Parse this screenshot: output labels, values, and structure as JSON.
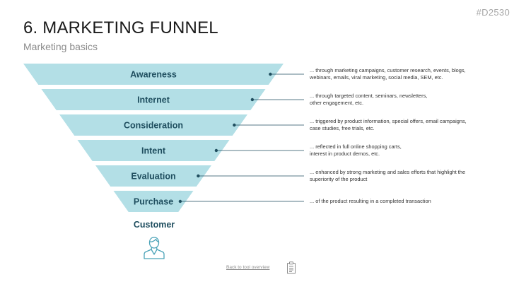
{
  "header": {
    "slide_id": "#D2530",
    "title": "6. MARKETING FUNNEL",
    "subtitle": "Marketing basics"
  },
  "funnel": {
    "stages": [
      {
        "label": "Awareness",
        "desc_lines": [
          "... through marketing campaigns, customer research, events, blogs,",
          "webinars, emails, viral marketing, social media, SEM, etc."
        ]
      },
      {
        "label": "Internet",
        "desc_lines": [
          "... through targeted content, seminars, newsletters,",
          "other engagement, etc."
        ]
      },
      {
        "label": "Consideration",
        "desc_lines": [
          "... triggered by product information, special offers, email campaigns,",
          "case studies, free trials, etc."
        ]
      },
      {
        "label": "Intent",
        "desc_lines": [
          "... reflected in full online shopping carts,",
          "interest in product demos, etc."
        ]
      },
      {
        "label": "Evaluation",
        "desc_lines": [
          "... enhanced by strong marketing and sales efforts that highlight the",
          "superiority of the product"
        ]
      },
      {
        "label": "Purchase",
        "desc_lines": [
          "... of the product resulting in a completed transaction"
        ]
      }
    ],
    "customer_label": "Customer",
    "colors": {
      "band": "#b3dfe6",
      "accent": "#1f4e5f"
    }
  },
  "footer": {
    "back_link": "Back to tool overview"
  },
  "icons": {
    "customer": "person-icon",
    "back": "clipboard-icon"
  }
}
